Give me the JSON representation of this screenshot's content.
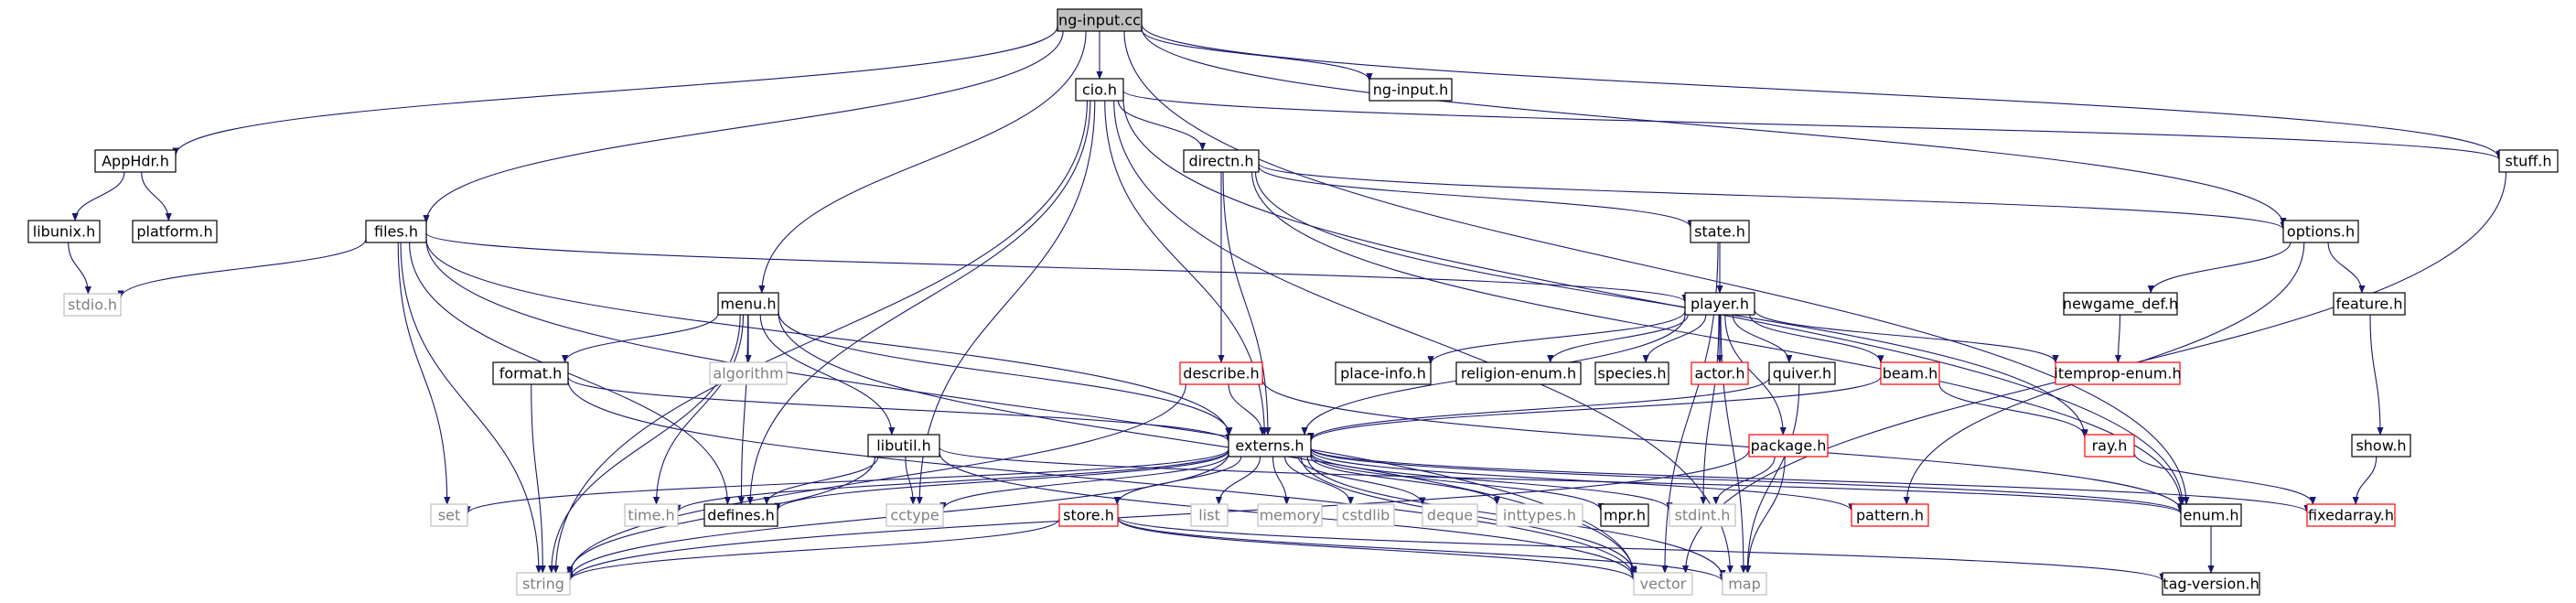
{
  "graph": {
    "colors": {
      "edge": "#191970",
      "box_black": "#000000",
      "box_red": "#ff0000",
      "box_gray": "#bfbfbf",
      "root_fill": "#bfbfbf"
    },
    "nodes": [
      {
        "id": "ng-input-cc",
        "label": "ng-input.cc",
        "style": "root"
      },
      {
        "id": "cio-h",
        "label": "cio.h",
        "style": "black"
      },
      {
        "id": "ng-input-h",
        "label": "ng-input.h",
        "style": "black"
      },
      {
        "id": "apphdr-h",
        "label": "AppHdr.h",
        "style": "black"
      },
      {
        "id": "libunix-h",
        "label": "libunix.h",
        "style": "black"
      },
      {
        "id": "platform-h",
        "label": "platform.h",
        "style": "black"
      },
      {
        "id": "stdio-h",
        "label": "stdio.h",
        "style": "gray"
      },
      {
        "id": "files-h",
        "label": "files.h",
        "style": "black"
      },
      {
        "id": "menu-h",
        "label": "menu.h",
        "style": "black"
      },
      {
        "id": "format-h",
        "label": "format.h",
        "style": "black"
      },
      {
        "id": "algorithm",
        "label": "algorithm",
        "style": "gray"
      },
      {
        "id": "libutil-h",
        "label": "libutil.h",
        "style": "black"
      },
      {
        "id": "directn-h",
        "label": "directn.h",
        "style": "black"
      },
      {
        "id": "describe-h",
        "label": "describe.h",
        "style": "red"
      },
      {
        "id": "state-h",
        "label": "state.h",
        "style": "black"
      },
      {
        "id": "player-h",
        "label": "player.h",
        "style": "black"
      },
      {
        "id": "place-info-h",
        "label": "place-info.h",
        "style": "black"
      },
      {
        "id": "religion-enum-h",
        "label": "religion-enum.h",
        "style": "black"
      },
      {
        "id": "species-h",
        "label": "species.h",
        "style": "black"
      },
      {
        "id": "actor-h",
        "label": "actor.h",
        "style": "red"
      },
      {
        "id": "quiver-h",
        "label": "quiver.h",
        "style": "black"
      },
      {
        "id": "beam-h",
        "label": "beam.h",
        "style": "red"
      },
      {
        "id": "itemprop-enum-h",
        "label": "itemprop-enum.h",
        "style": "red"
      },
      {
        "id": "options-h",
        "label": "options.h",
        "style": "black"
      },
      {
        "id": "newgame-def-h",
        "label": "newgame_def.h",
        "style": "black"
      },
      {
        "id": "feature-h",
        "label": "feature.h",
        "style": "black"
      },
      {
        "id": "stuff-h",
        "label": "stuff.h",
        "style": "black"
      },
      {
        "id": "ray-h",
        "label": "ray.h",
        "style": "red"
      },
      {
        "id": "show-h",
        "label": "show.h",
        "style": "black"
      },
      {
        "id": "externs-h",
        "label": "externs.h",
        "style": "black"
      },
      {
        "id": "package-h",
        "label": "package.h",
        "style": "red"
      },
      {
        "id": "set",
        "label": "set",
        "style": "gray"
      },
      {
        "id": "time-h",
        "label": "time.h",
        "style": "gray"
      },
      {
        "id": "defines-h",
        "label": "defines.h",
        "style": "black"
      },
      {
        "id": "cctype",
        "label": "cctype",
        "style": "gray"
      },
      {
        "id": "store-h",
        "label": "store.h",
        "style": "red"
      },
      {
        "id": "list",
        "label": "list",
        "style": "gray"
      },
      {
        "id": "memory",
        "label": "memory",
        "style": "gray"
      },
      {
        "id": "cstdlib",
        "label": "cstdlib",
        "style": "gray"
      },
      {
        "id": "deque",
        "label": "deque",
        "style": "gray"
      },
      {
        "id": "inttypes-h",
        "label": "inttypes.h",
        "style": "gray"
      },
      {
        "id": "mpr-h",
        "label": "mpr.h",
        "style": "black"
      },
      {
        "id": "stdint-h",
        "label": "stdint.h",
        "style": "gray"
      },
      {
        "id": "pattern-h",
        "label": "pattern.h",
        "style": "red"
      },
      {
        "id": "enum-h",
        "label": "enum.h",
        "style": "black"
      },
      {
        "id": "fixedarray-h",
        "label": "fixedarray.h",
        "style": "red"
      },
      {
        "id": "string",
        "label": "string",
        "style": "gray"
      },
      {
        "id": "vector",
        "label": "vector",
        "style": "gray"
      },
      {
        "id": "map",
        "label": "map",
        "style": "gray"
      },
      {
        "id": "tag-version-h",
        "label": "tag-version.h",
        "style": "black"
      }
    ],
    "edges": [
      [
        "ng-input-cc",
        "cio-h"
      ],
      [
        "ng-input-cc",
        "ng-input-h"
      ],
      [
        "ng-input-cc",
        "apphdr-h"
      ],
      [
        "ng-input-cc",
        "files-h"
      ],
      [
        "ng-input-cc",
        "menu-h"
      ],
      [
        "ng-input-cc",
        "stuff-h"
      ],
      [
        "ng-input-cc",
        "options-h"
      ],
      [
        "ng-input-cc",
        "enum-h"
      ],
      [
        "apphdr-h",
        "libunix-h"
      ],
      [
        "apphdr-h",
        "platform-h"
      ],
      [
        "libunix-h",
        "stdio-h"
      ],
      [
        "cio-h",
        "directn-h"
      ],
      [
        "cio-h",
        "externs-h"
      ],
      [
        "cio-h",
        "string"
      ],
      [
        "cio-h",
        "cctype"
      ],
      [
        "cio-h",
        "defines-h"
      ],
      [
        "cio-h",
        "enum-h"
      ],
      [
        "cio-h",
        "stuff-h"
      ],
      [
        "cio-h",
        "map"
      ],
      [
        "directn-h",
        "describe-h"
      ],
      [
        "directn-h",
        "state-h"
      ],
      [
        "directn-h",
        "externs-h"
      ],
      [
        "directn-h",
        "options-h"
      ],
      [
        "directn-h",
        "ray-h"
      ],
      [
        "directn-h",
        "enum-h"
      ],
      [
        "files-h",
        "stdio-h"
      ],
      [
        "files-h",
        "player-h"
      ],
      [
        "files-h",
        "externs-h"
      ],
      [
        "files-h",
        "set"
      ],
      [
        "files-h",
        "string"
      ],
      [
        "files-h",
        "vector"
      ],
      [
        "files-h",
        "defines-h"
      ],
      [
        "menu-h",
        "format-h"
      ],
      [
        "menu-h",
        "algorithm"
      ],
      [
        "menu-h",
        "libutil-h"
      ],
      [
        "menu-h",
        "externs-h"
      ],
      [
        "menu-h",
        "string"
      ],
      [
        "menu-h",
        "time-h"
      ],
      [
        "menu-h",
        "defines-h"
      ],
      [
        "menu-h",
        "vector"
      ],
      [
        "format-h",
        "externs-h"
      ],
      [
        "format-h",
        "string"
      ],
      [
        "format-h",
        "vector"
      ],
      [
        "libutil-h",
        "defines-h"
      ],
      [
        "libutil-h",
        "string"
      ],
      [
        "libutil-h",
        "vector"
      ],
      [
        "libutil-h",
        "cctype"
      ],
      [
        "libutil-h",
        "enum-h"
      ],
      [
        "describe-h",
        "externs-h"
      ],
      [
        "describe-h",
        "enum-h"
      ],
      [
        "describe-h",
        "string"
      ],
      [
        "state-h",
        "player-h"
      ],
      [
        "state-h",
        "vector"
      ],
      [
        "player-h",
        "place-info-h"
      ],
      [
        "player-h",
        "religion-enum-h"
      ],
      [
        "player-h",
        "species-h"
      ],
      [
        "player-h",
        "actor-h"
      ],
      [
        "player-h",
        "quiver-h"
      ],
      [
        "player-h",
        "package-h"
      ],
      [
        "player-h",
        "beam-h"
      ],
      [
        "player-h",
        "itemprop-enum-h"
      ],
      [
        "player-h",
        "stdint-h"
      ],
      [
        "player-h",
        "externs-h"
      ],
      [
        "player-h",
        "map"
      ],
      [
        "quiver-h",
        "externs-h"
      ],
      [
        "quiver-h",
        "map"
      ],
      [
        "beam-h",
        "externs-h"
      ],
      [
        "beam-h",
        "ray-h"
      ],
      [
        "ray-h",
        "fixedarray-h"
      ],
      [
        "options-h",
        "newgame-def-h"
      ],
      [
        "options-h",
        "feature-h"
      ],
      [
        "options-h",
        "pattern-h"
      ],
      [
        "newgame-def-h",
        "itemprop-enum-h"
      ],
      [
        "feature-h",
        "show-h"
      ],
      [
        "show-h",
        "fixedarray-h"
      ],
      [
        "stuff-h",
        "vector"
      ],
      [
        "package-h",
        "stdint-h"
      ],
      [
        "package-h",
        "map"
      ],
      [
        "package-h",
        "string"
      ],
      [
        "externs-h",
        "set"
      ],
      [
        "externs-h",
        "time-h"
      ],
      [
        "externs-h",
        "defines-h"
      ],
      [
        "externs-h",
        "cctype"
      ],
      [
        "externs-h",
        "store-h"
      ],
      [
        "externs-h",
        "list"
      ],
      [
        "externs-h",
        "memory"
      ],
      [
        "externs-h",
        "cstdlib"
      ],
      [
        "externs-h",
        "deque"
      ],
      [
        "externs-h",
        "inttypes-h"
      ],
      [
        "externs-h",
        "mpr-h"
      ],
      [
        "externs-h",
        "stdint-h"
      ],
      [
        "externs-h",
        "pattern-h"
      ],
      [
        "externs-h",
        "enum-h"
      ],
      [
        "externs-h",
        "fixedarray-h"
      ],
      [
        "externs-h",
        "string"
      ],
      [
        "externs-h",
        "vector"
      ],
      [
        "externs-h",
        "map"
      ],
      [
        "store-h",
        "string"
      ],
      [
        "store-h",
        "vector"
      ],
      [
        "store-h",
        "map"
      ],
      [
        "store-h",
        "tag-version-h"
      ],
      [
        "enum-h",
        "tag-version-h"
      ]
    ]
  }
}
